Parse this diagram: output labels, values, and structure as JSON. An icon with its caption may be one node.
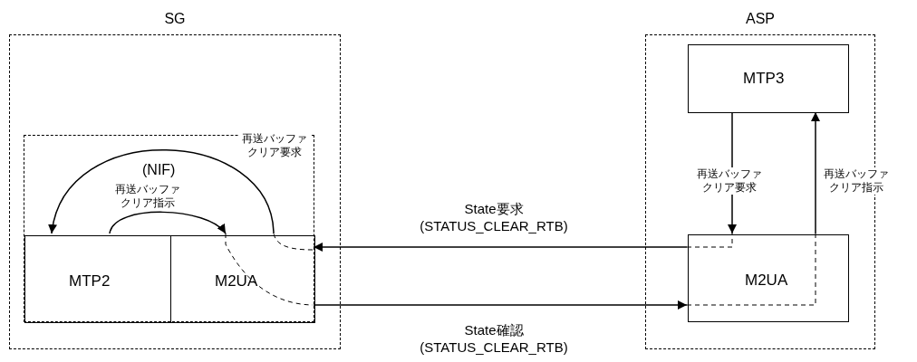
{
  "diagram": {
    "nodes": [
      {
        "text": [
          "SG"
        ]
      },
      {
        "text": [
          "(NIF)"
        ],
        "in": 0
      },
      {
        "text": [
          "MTP2"
        ],
        "in": 1
      },
      {
        "text": [
          "M2UA"
        ],
        "in": 1
      },
      {
        "text": [
          "ASP"
        ]
      },
      {
        "text": [
          "MTP3"
        ],
        "in": 4
      },
      {
        "text": [
          "M2UA"
        ],
        "in": 4
      }
    ],
    "edges": [
      {
        "from": 3,
        "to": 2,
        "arrow": "to",
        "label": "再送バッファクリア要求"
      },
      {
        "from": 2,
        "to": 3,
        "arrow": "to",
        "label": "再送バッファクリア指示"
      },
      {
        "from": 6,
        "to": 3,
        "arrow": "to",
        "label": "State要求 (STATUS_CLEAR_RTB)"
      },
      {
        "from": 3,
        "to": 6,
        "arrow": "to",
        "label": "State確認 (STATUS_CLEAR_RTB)"
      },
      {
        "from": 5,
        "to": 6,
        "arrow": "to",
        "label": "再送バッファクリア要求"
      },
      {
        "from": 6,
        "to": 5,
        "arrow": "to",
        "label": "再送バッファクリア指示"
      }
    ]
  }
}
